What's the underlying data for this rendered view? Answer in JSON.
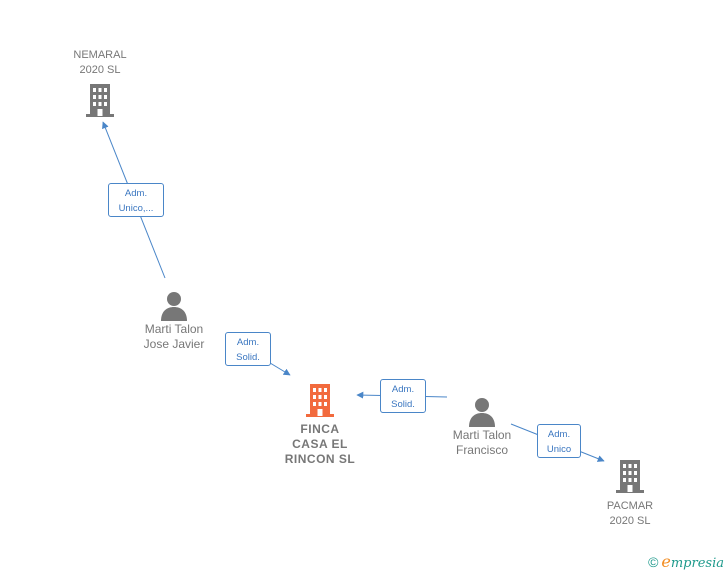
{
  "nodes": {
    "nemaral": {
      "label": [
        "NEMARAL",
        "2020  SL"
      ],
      "type": "company",
      "color": "#777777"
    },
    "finca": {
      "label": [
        "FINCA",
        "CASA EL",
        "RINCON  SL"
      ],
      "type": "company-focus",
      "color": "#f26a3d"
    },
    "pacmar": {
      "label": [
        "PACMAR",
        "2020  SL"
      ],
      "type": "company",
      "color": "#777777"
    },
    "jose": {
      "label": [
        "Marti Talon",
        "Jose Javier"
      ],
      "type": "person",
      "color": "#777777"
    },
    "francisco": {
      "label": [
        "Marti Talon",
        "Francisco"
      ],
      "type": "person",
      "color": "#777777"
    }
  },
  "edges": {
    "e1": {
      "from": "Marti Talon Jose Javier",
      "to": "NEMARAL 2020 SL",
      "label": [
        "Adm.",
        "Unico,..."
      ]
    },
    "e2": {
      "from": "Marti Talon Jose Javier",
      "to": "FINCA CASA EL RINCON SL",
      "label": [
        "Adm.",
        "Solid."
      ]
    },
    "e3": {
      "from": "Marti Talon Francisco",
      "to": "FINCA CASA EL RINCON SL",
      "label": [
        "Adm.",
        "Solid."
      ]
    },
    "e4": {
      "from": "Marti Talon Francisco",
      "to": "PACMAR 2020 SL",
      "label": [
        "Adm.",
        "Unico"
      ]
    }
  },
  "colors": {
    "edge": "#4a86c8",
    "edge_text": "#3a76c0",
    "node_text": "#777777",
    "focus": "#f26a3d"
  },
  "brand": {
    "copyright": "©",
    "initial": "e",
    "rest": "mpresia"
  }
}
